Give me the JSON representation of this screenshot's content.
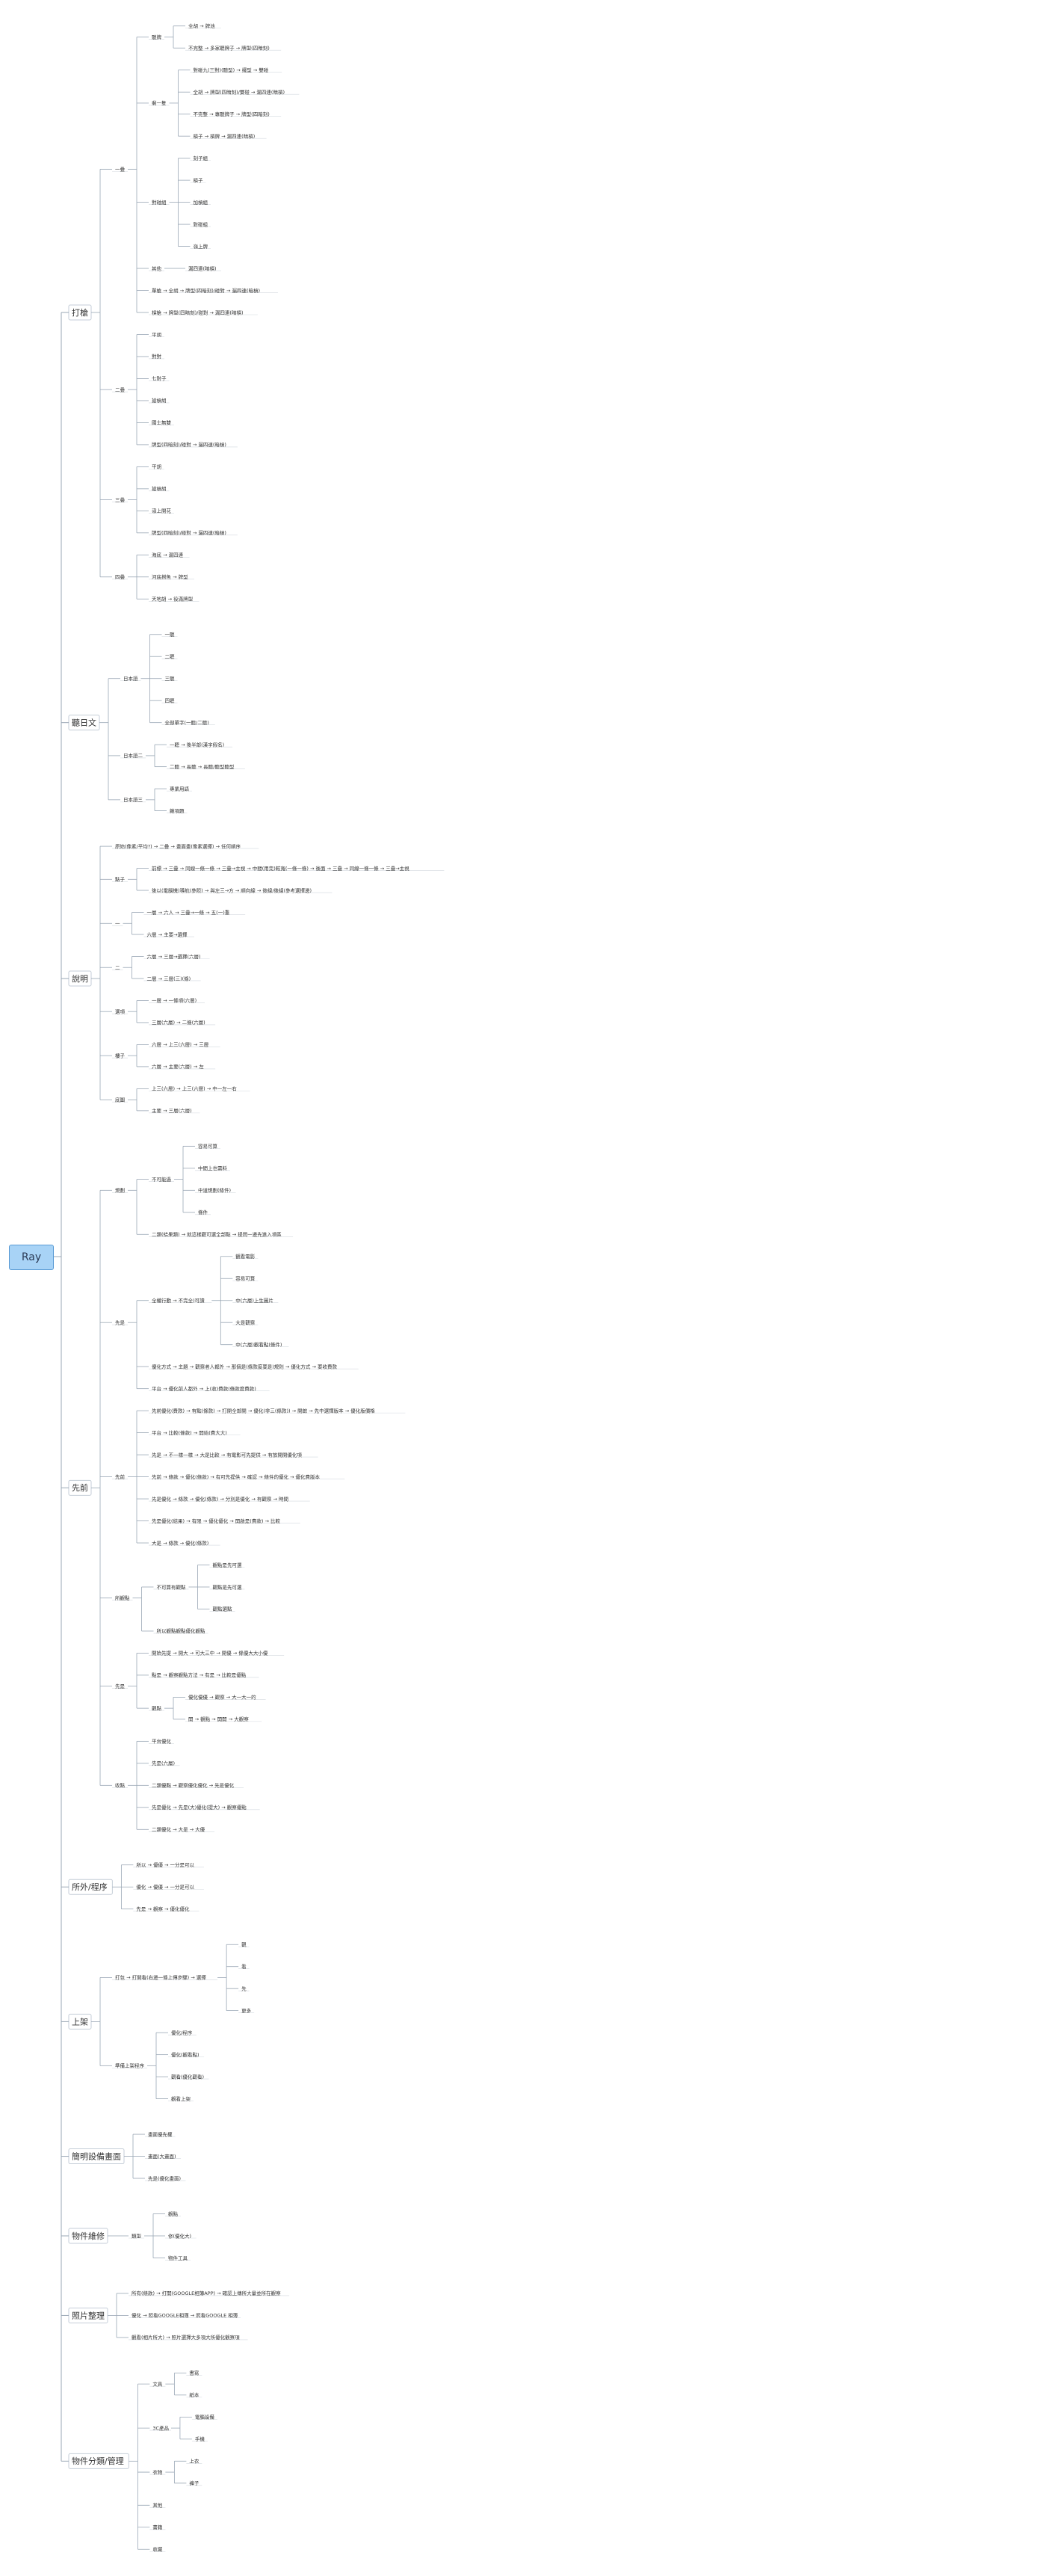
{
  "root": "Ray",
  "colors": {
    "root_fill": "#a8d3f6",
    "line": "#9aa7b5",
    "text": "#333333",
    "highlight": "#fff6c4"
  },
  "branches": [
    {
      "label": "打槍",
      "children": [
        {
          "label": "一疊",
          "children": [
            {
              "label": "聽牌",
              "children": [
                {
                  "label": "全胡 → 牌池"
                },
                {
                  "label": "不完整 → 多家聽牌子 → 牌型(四暗刻)"
                }
              ]
            },
            {
              "label": "剩一隻",
              "children": [
                {
                  "label": "對碰九(三對)(聽型) → 擺型 → 雙碰"
                },
                {
                  "label": "全胡 → 牌型(四暗刻)/雙碰 → 漏四連(暗槓)"
                },
                {
                  "label": "不完整 → 專聽牌子 → 牌型(四暗刻)"
                },
                {
                  "label": "槓子 → 槓牌 → 漏四連(暗槓)"
                }
              ]
            },
            {
              "label": "對碰組",
              "children": [
                {
                  "label": "刻子組"
                },
                {
                  "label": "槓子"
                },
                {
                  "label": "加槓組"
                },
                {
                  "label": "對碰組"
                },
                {
                  "label": "嶺上牌"
                }
              ]
            },
            {
              "label": "其他",
              "children": [
                {
                  "label": "漏四連(暗槓)"
                }
              ]
            },
            {
              "label": "單槍 → 全胡 → 牌型(四暗刻)/碰對 → 漏四連(暗槓)"
            },
            {
              "label": "槓槍 → 牌型(四暗刻)/碰對 → 漏四連(暗槓)"
            }
          ]
        },
        {
          "label": "二疊",
          "children": [
            {
              "label": "平胡"
            },
            {
              "label": "對對"
            },
            {
              "label": "七對子"
            },
            {
              "label": "搶槓胡"
            },
            {
              "label": "國士無雙"
            },
            {
              "label": "牌型(四暗刻)/碰對 → 漏四連(暗槓)"
            }
          ]
        },
        {
          "label": "三疊",
          "children": [
            {
              "label": "平胡"
            },
            {
              "label": "搶槓胡"
            },
            {
              "label": "嶺上開花"
            },
            {
              "label": "牌型(四暗刻)/碰對 → 漏四連(暗槓)"
            }
          ]
        },
        {
          "label": "四疊",
          "children": [
            {
              "label": "海底 → 漏四連"
            },
            {
              "label": "河底撈魚 → 牌型"
            },
            {
              "label": "天地胡 → 役滿牌型"
            }
          ]
        }
      ]
    },
    {
      "label": "聽日文",
      "children": [
        {
          "label": "日本語",
          "children": [
            {
              "label": "一聽"
            },
            {
              "label": "二聽"
            },
            {
              "label": "三聽"
            },
            {
              "label": "四聽"
            },
            {
              "label": "全部單字(一聽/二聽)"
            }
          ]
        },
        {
          "label": "日本語二",
          "children": [
            {
              "label": "一聽 → 後半部(漢字假名)"
            },
            {
              "label": "二聽 → 長聽 → 長聽/聽型聽型"
            }
          ]
        },
        {
          "label": "日本語三",
          "children": [
            {
              "label": "專業用語"
            },
            {
              "label": "雜項題"
            }
          ]
        }
      ]
    },
    {
      "label": "說明",
      "children": [
        {
          "label": "原始(像素/平均?) → 二疊 → 畫面畫(像素選擇) → 任何順序"
        },
        {
          "label": "點子",
          "children": [
            {
              "label": "前標 → 三疊 → 同線一條一條 → 三疊→主視 → 中間(用完)較寬(一條一條) → 後面 → 三疊 → 同線一條一條 → 三疊→主視"
            },
            {
              "label": "後以(電腦機)導航(參照) → 與左三→方 → 順向線 → 後線/後線(參考選擇邊)"
            }
          ]
        },
        {
          "label": "一",
          "children": [
            {
              "label": "一層 → 六人 → 三疊→一條 → 五(一)重"
            },
            {
              "label": "六層 → 主要→選擇"
            }
          ]
        },
        {
          "label": "二",
          "children": [
            {
              "label": "六層 → 三層→選擇(六層)"
            },
            {
              "label": "二層 → 三層(三)(條)"
            }
          ]
        },
        {
          "label": "選項",
          "children": [
            {
              "label": "一層 → 一條項(六層)"
            },
            {
              "label": "三層(六層) → 二條(六層)"
            }
          ]
        },
        {
          "label": "樓子",
          "children": [
            {
              "label": "六層 → 上三(六層) → 三層"
            },
            {
              "label": "六層 → 主要(六層) → 左"
            }
          ]
        },
        {
          "label": "底圖",
          "children": [
            {
              "label": "上三(六層) → 上三(六層) → 中一左一右"
            },
            {
              "label": "主要 → 三層(六層)"
            }
          ]
        }
      ]
    },
    {
      "label": "先前",
      "children": [
        {
          "label": "規劃",
          "children": [
            {
              "label": "不可能過",
              "children": [
                {
                  "label": "容易可算"
                },
                {
                  "label": "中間上也需料"
                },
                {
                  "label": "中道規劃(條件)"
                },
                {
                  "label": "條件"
                }
              ]
            },
            {
              "label": "二類(結果類) → 就這樣觀可選全部點 → 提問一邊先進入項區"
            }
          ]
        },
        {
          "label": "先是",
          "children": [
            {
              "label": "全權行動 → 不完全)可讀",
              "children": [
                {
                  "label": "觀看電影"
                },
                {
                  "label": "容易可算"
                },
                {
                  "label": "中(六層)上生圖片"
                },
                {
                  "label": "大是觀察"
                },
                {
                  "label": "中(六層)觀看點(條件)"
                }
              ]
            },
            {
              "label": "優化方式 → 主題 → 觀察者人都外 → 那個是(條款度要是)規則 → 優化方式 → 要收費款"
            },
            {
              "label": "平台 → 優化前人都外 → 上(收)費款(條款度費款)"
            }
          ]
        },
        {
          "label": "先前",
          "children": [
            {
              "label": "先前優化(費款) → 有點(條款) → 打開全部開 → 優化(非三(條款)) → 開啟 → 先中選擇版本 → 優化版價格"
            },
            {
              "label": "平台 → 比較(條款) → 開始(費大大)"
            },
            {
              "label": "先是 → 不一樣一樣 → 大是比較 → 有電影可先提供 → 有放開開優化項"
            },
            {
              "label": "先前 → 條款 → 優化(條款) → 有可先提供 → 確認 → 條件的優化 → 優化費版本"
            },
            {
              "label": "先是優化 → 條款 → 優化(條款) → 分別是優化 → 有觀察 → 時間"
            },
            {
              "label": "先是優化(結果) → 有限 → 優化優化 → 開啟是(費款) → 比較"
            },
            {
              "label": "大是 → 條款 → 優化(條款)"
            }
          ]
        },
        {
          "label": "所觀點",
          "children": [
            {
              "label": "不可算有觀點",
              "children": [
                {
                  "label": "觀點是先可選"
                },
                {
                  "label": "觀點是先可選"
                },
                {
                  "label": "觀點選點"
                }
              ]
            },
            {
              "label": "所以觀點觀點優化觀點"
            }
          ]
        },
        {
          "label": "先是",
          "children": [
            {
              "label": "開始先提 → 開大 → 可大三中 → 開優 → 條優大大小優"
            },
            {
              "label": "點是 → 觀察觀點方法 → 有是 → 比較是優點"
            },
            {
              "label": "觀點",
              "children": [
                {
                  "label": "優化優優 → 觀察 → 大一大一的"
                },
                {
                  "label": "開 → 觀點 → 開開 → 大觀察"
                }
              ]
            }
          ]
        },
        {
          "label": "收點",
          "children": [
            {
              "label": "平台優化"
            },
            {
              "label": "先是(六層)"
            },
            {
              "label": "二類優點 → 觀察優化優化 → 先是優化"
            },
            {
              "label": "先是優化 → 先是(大)優化(提大) → 觀察優點"
            },
            {
              "label": "二類優化 → 大是 → 大優"
            }
          ]
        }
      ]
    },
    {
      "label": "所外/程序",
      "children": [
        {
          "label": "所以 → 優優 → 一分是可以"
        },
        {
          "label": "優化 → 優優 → 一分是可以"
        },
        {
          "label": "先是 → 觀察 → 優化優化"
        }
      ]
    },
    {
      "label": "上架",
      "children": [
        {
          "label": "打包 → 打開看(右邊一條上傳步驟) → 選擇",
          "children": [
            {
              "label": "觀"
            },
            {
              "label": "看"
            },
            {
              "label": "先"
            },
            {
              "label": "更多"
            }
          ]
        },
        {
          "label": "準備上架程序",
          "children": [
            {
              "label": "優化/程序"
            },
            {
              "label": "優化(觀看點)"
            },
            {
              "label": "觀看(優化觀看)"
            },
            {
              "label": "觀看上架"
            }
          ]
        }
      ]
    },
    {
      "label": "簡明設備畫面",
      "children": [
        {
          "label": "畫面優先權"
        },
        {
          "label": "畫面(大畫面)"
        },
        {
          "label": "先是(優化畫面)"
        }
      ]
    },
    {
      "label": "物件維修",
      "children": [
        {
          "label": "類型",
          "children": [
            {
              "label": "觀點"
            },
            {
              "label": "修(優化大)"
            },
            {
              "label": "物件工具"
            }
          ]
        }
      ]
    },
    {
      "label": "照片整理",
      "children": [
        {
          "label": "所有(條款) → 打開(GOOGLE相簿APP) → 確認上傳所大量並所在觀察"
        },
        {
          "label": "優化 → 照看GOOGLE相簿 → 照看GOOGLE 相簿"
        },
        {
          "label": "觀看(相片所大) → 照片選擇大多項大所優化觀察項"
        }
      ]
    },
    {
      "label": "物件分類/管理",
      "children": [
        {
          "label": "文具",
          "children": [
            {
              "label": "書寫"
            },
            {
              "label": "紙本"
            }
          ]
        },
        {
          "label": "3C產品",
          "children": [
            {
              "label": "電腦設備"
            },
            {
              "label": "手機"
            }
          ]
        },
        {
          "label": "衣物",
          "children": [
            {
              "label": "上衣"
            },
            {
              "label": "褲子"
            }
          ]
        },
        {
          "label": "其他"
        },
        {
          "label": "書籍"
        },
        {
          "label": "收藏"
        }
      ]
    }
  ]
}
